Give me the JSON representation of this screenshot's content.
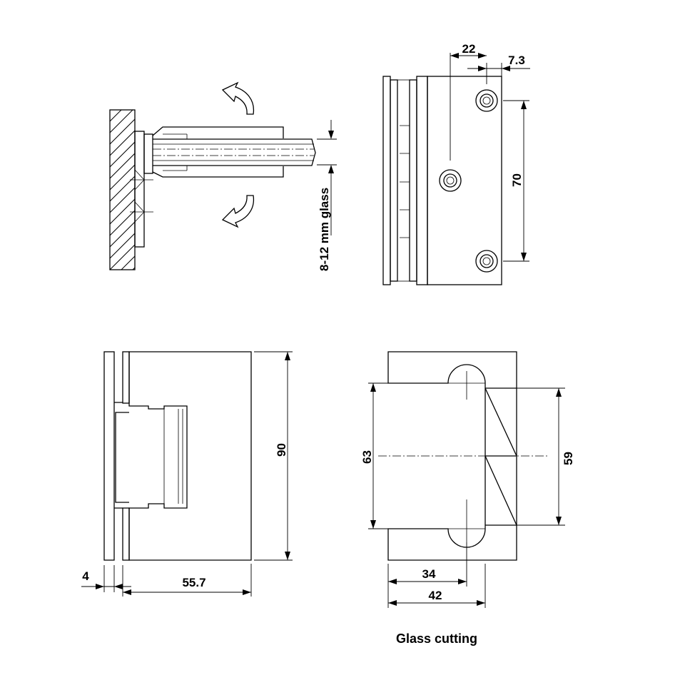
{
  "labels": {
    "glass_range": "8-12 mm glass",
    "top_22": "22",
    "top_7_3": "7.3",
    "height_70": "70",
    "height_90": "90",
    "plate_4": "4",
    "depth_55_7": "55.7",
    "cut_63": "63",
    "cut_59": "59",
    "cut_34": "34",
    "cut_42": "42"
  },
  "caption": "Glass cutting"
}
